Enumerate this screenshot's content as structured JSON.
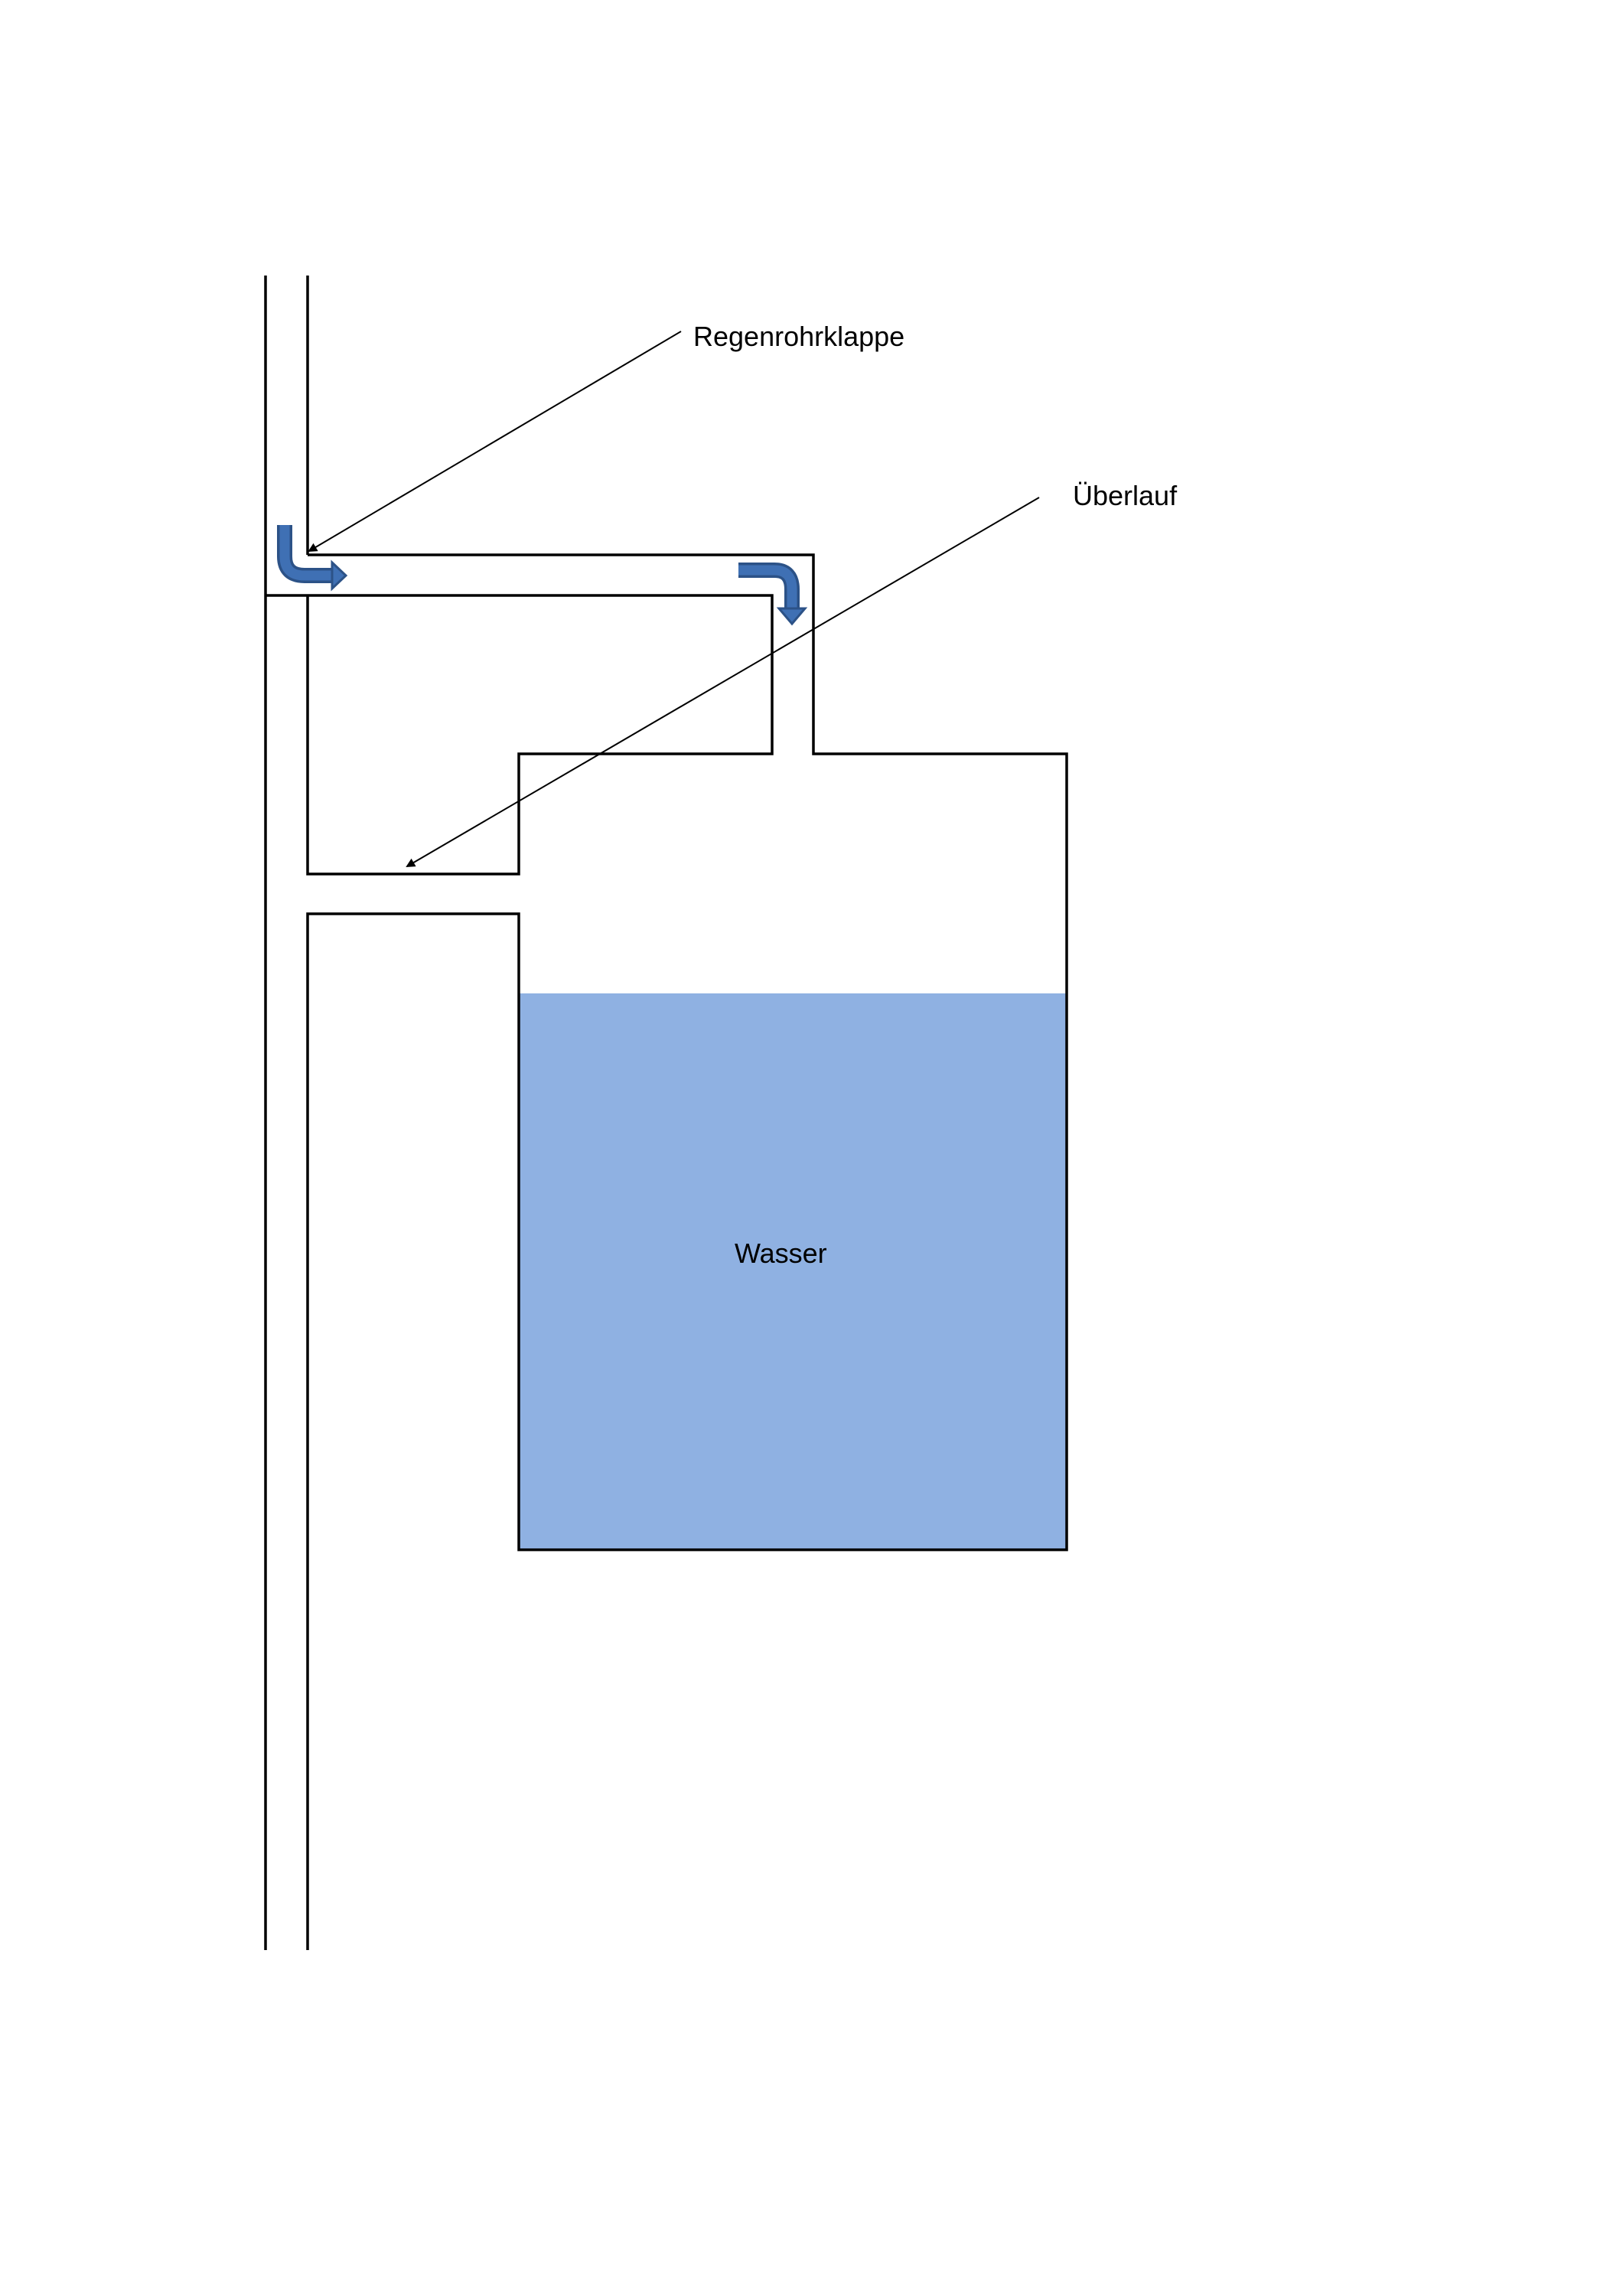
{
  "labels": {
    "flap": "Regenrohrklappe",
    "overflow": "Überlauf",
    "water": "Wasser"
  },
  "colors": {
    "water_fill": "#8fb1e2",
    "flow_arrow_fill": "#3f70b4",
    "flow_arrow_outline": "#2c5287",
    "line": "#000000"
  }
}
